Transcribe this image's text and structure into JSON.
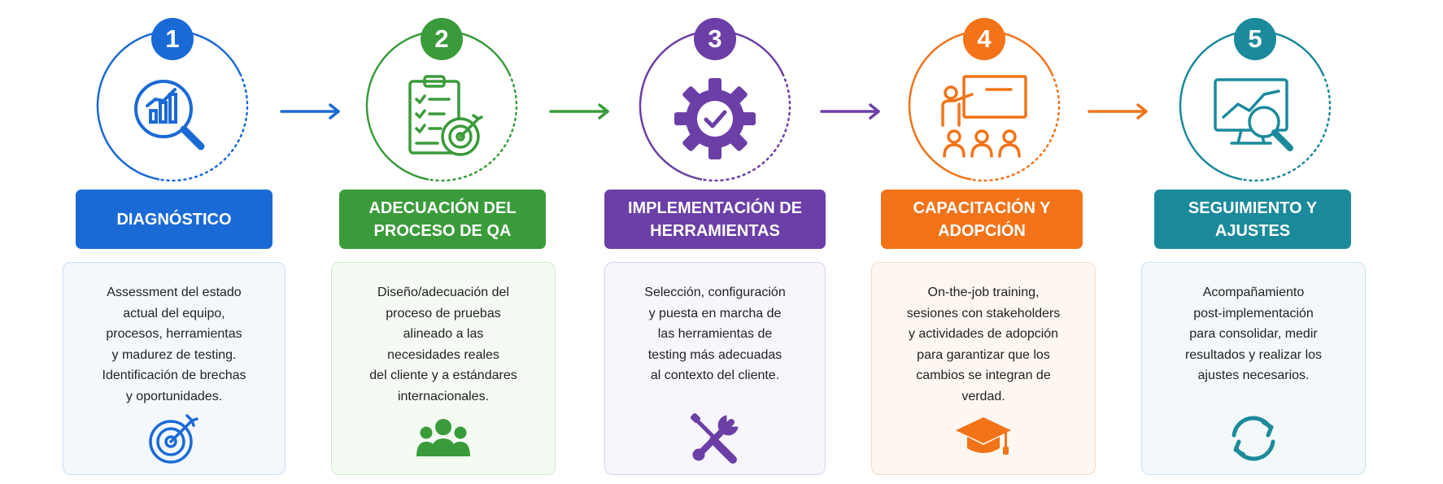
{
  "steps": [
    {
      "number": "1",
      "title": "DIAGNÓSTICO",
      "description": "Assessment del estado\nactual del equipo,\nprocesos, herramientas\ny madurez de testing.\nIdentificación de brechas\ny oportunidades.",
      "main_icon": "magnifier-bar-chart-icon",
      "small_icon": "target-arrow-icon",
      "color": "#1a6ad6",
      "tint": "#f4f8fd",
      "border": "#c9dcf5"
    },
    {
      "number": "2",
      "title": "ADECUACIÓN DEL\nPROCESO DE QA",
      "description": "Diseño/adecuación del\nproceso de pruebas\nalineado a las\nnecesidades reales\ndel cliente y a estándares\ninternacionales.",
      "main_icon": "clipboard-checklist-target-icon",
      "small_icon": "team-group-icon",
      "color": "#3a9b3a",
      "tint": "#f4fbf3",
      "border": "#cfe8cb"
    },
    {
      "number": "3",
      "title": "IMPLEMENTACIÓN DE\nHERRAMIENTAS",
      "description": "Selección, configuración\ny puesta en marcha de\nlas herramientas de\ntesting más adecuadas\nal contexto del cliente.",
      "main_icon": "gear-check-icon",
      "small_icon": "screwdriver-wrench-icon",
      "color": "#6b3fa6",
      "tint": "#f8f5fc",
      "border": "#ddd0ee"
    },
    {
      "number": "4",
      "title": "CAPACITACIÓN Y\nADOPCIÓN",
      "description": "On-the-job training,\nsesiones con stakeholders\ny actividades de adopción\npara garantizar que los\ncambios se integran de\nverdad.",
      "main_icon": "presenter-audience-icon",
      "small_icon": "graduation-cap-icon",
      "color": "#f27318",
      "tint": "#fef7f1",
      "border": "#f8d9c2"
    },
    {
      "number": "5",
      "title": "SEGUIMIENTO Y\nAJUSTES",
      "description": "Acompañamiento\npost-implementación\npara consolidar, medir\nresultados y realizar los\najustes necesarios.",
      "main_icon": "monitor-analytics-icon",
      "small_icon": "refresh-cycle-icon",
      "color": "#1b8a9b",
      "tint": "#f3f9fb",
      "border": "#c8e4ea"
    }
  ],
  "arrows": [
    {
      "color": "#1a6ad6"
    },
    {
      "color": "#3a9b3a"
    },
    {
      "color": "#6b3fa6"
    },
    {
      "color": "#f27318"
    }
  ]
}
